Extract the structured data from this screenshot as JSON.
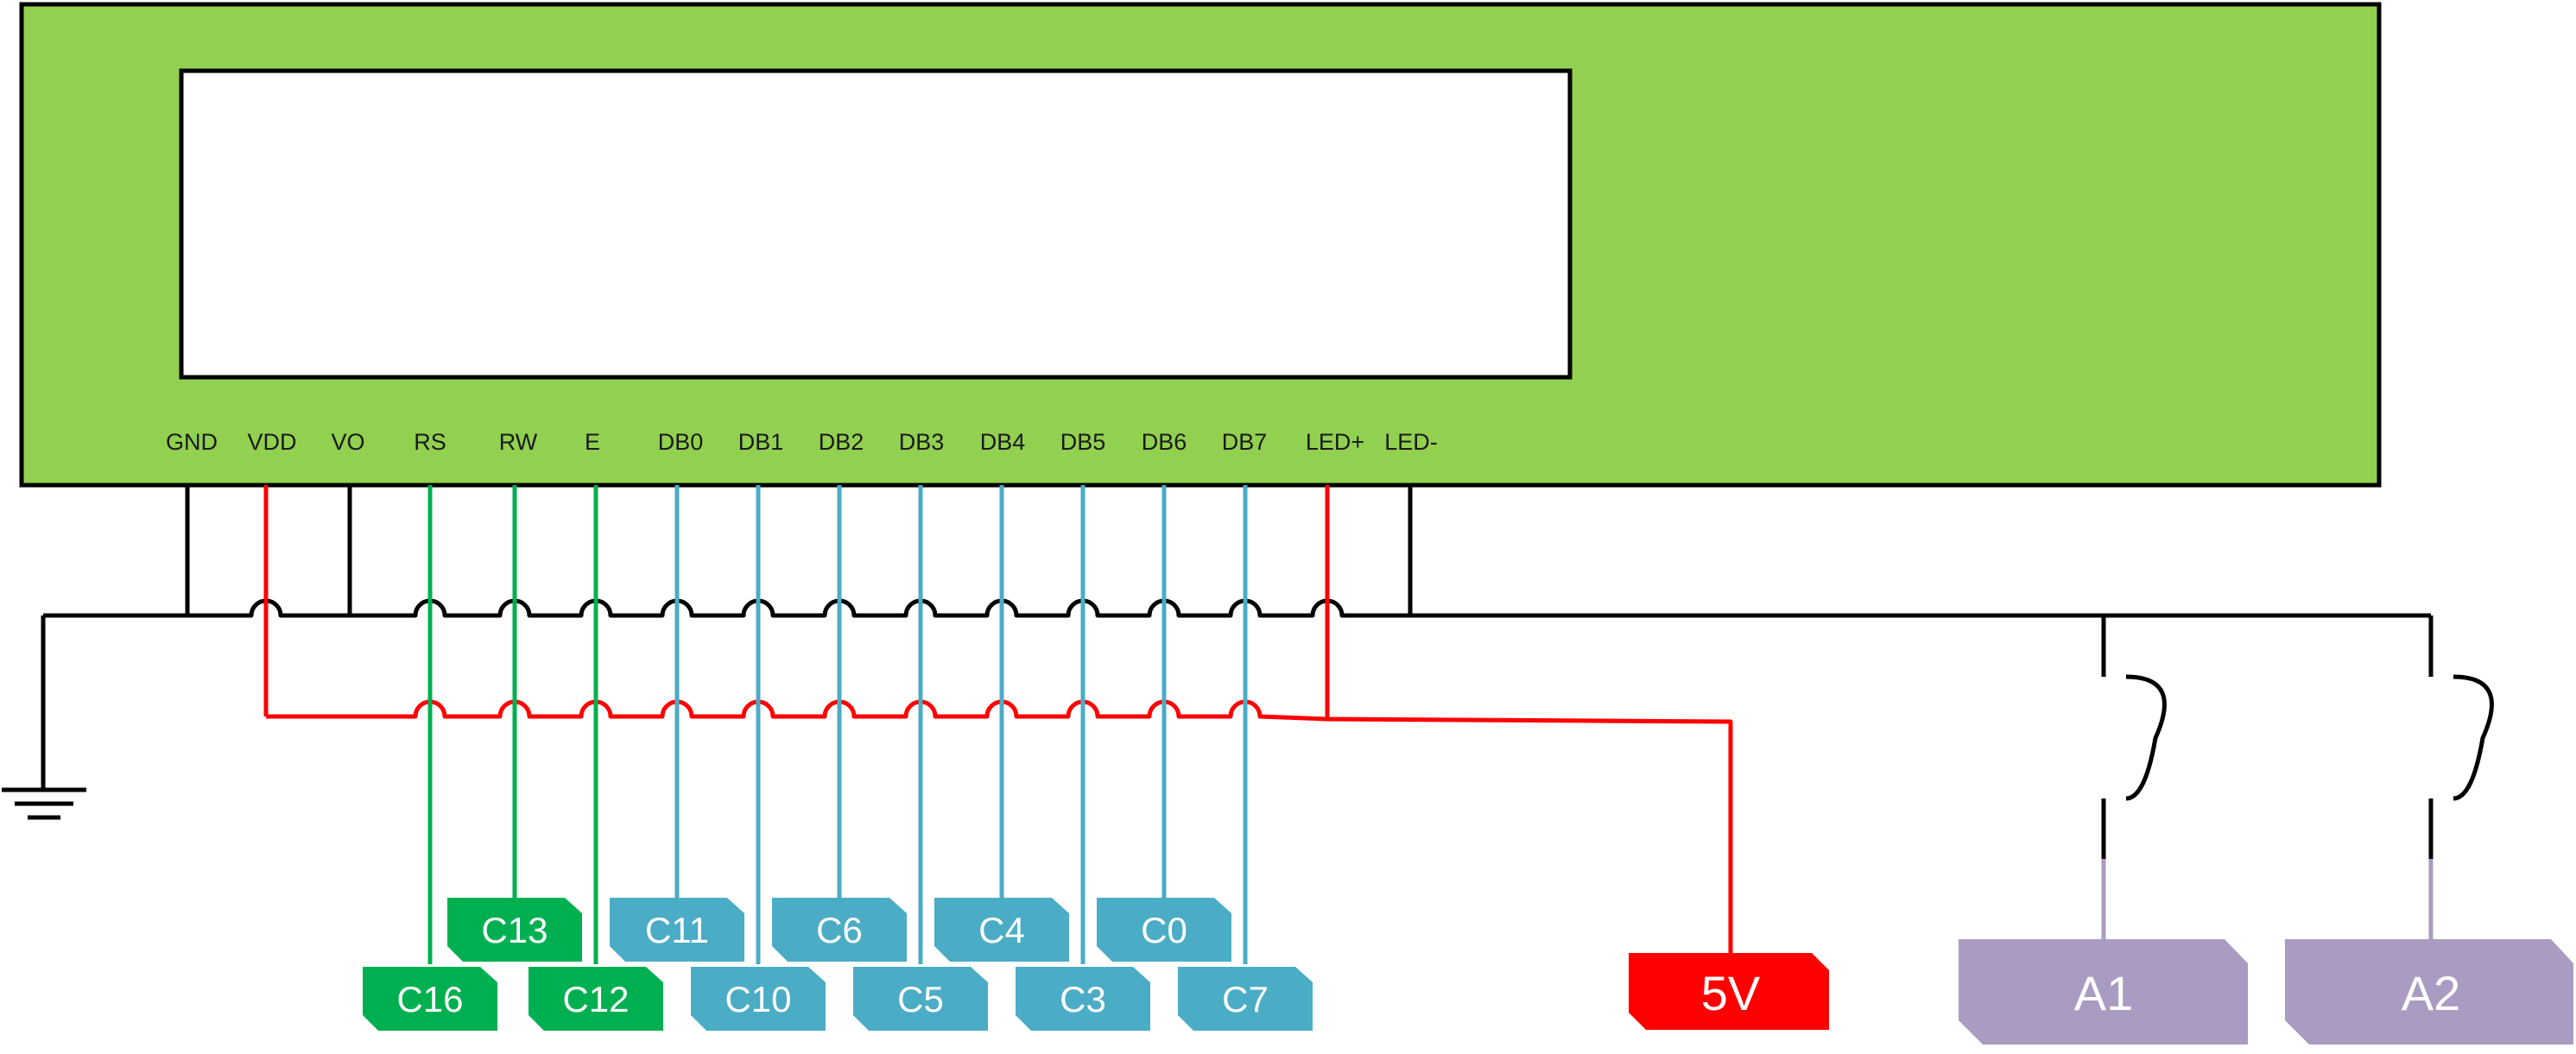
{
  "lcd": {
    "pins": [
      "GND",
      "VDD",
      "VO",
      "RS",
      "RW",
      "E",
      "DB0",
      "DB1",
      "DB2",
      "DB3",
      "DB4",
      "DB5",
      "DB6",
      "DB7",
      "LED+",
      "LED-"
    ]
  },
  "connectors": {
    "RS": "C16",
    "RW": "C13",
    "E": "C12",
    "DB0": "C11",
    "DB1": "C10",
    "DB2": "C6",
    "DB3": "C5",
    "DB4": "C4",
    "DB5": "C3",
    "DB6": "C0",
    "DB7": "C7"
  },
  "power": {
    "label": "5V"
  },
  "buttons": {
    "a1": "A1",
    "a2": "A2"
  },
  "colors": {
    "lcd_body": "#92d050",
    "screen": "#ffffff",
    "ground_wire": "#000000",
    "power_wire": "#ff0000",
    "control_tag": "#00b050",
    "data_tag": "#4bacc6",
    "power_tag": "#ff0000",
    "button_tag": "#a99bc1"
  }
}
